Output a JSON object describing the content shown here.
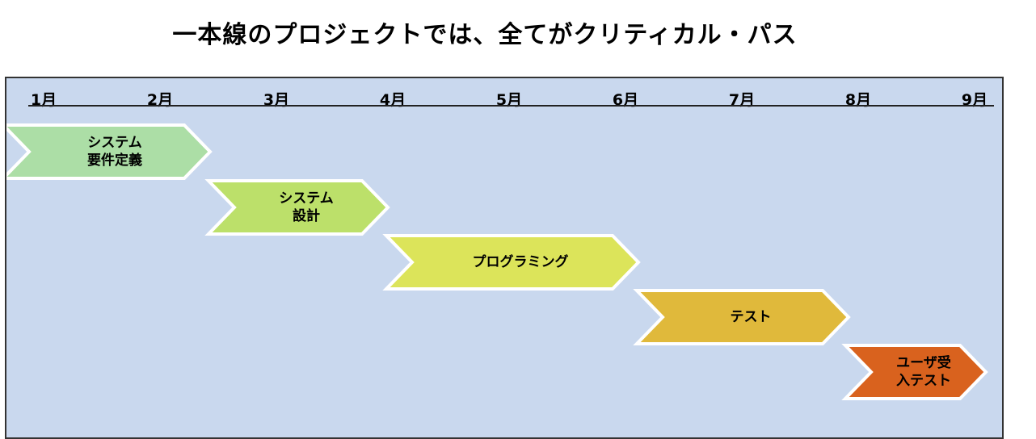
{
  "title": "一本線のプロジェクトでは、全てがクリティカル・パス",
  "months": [
    "1月",
    "2月",
    "3月",
    "4月",
    "5月",
    "6月",
    "7月",
    "8月",
    "9月"
  ],
  "tasks": [
    {
      "label": "システム\n要件定義",
      "color": "#ACDEA6"
    },
    {
      "label": "システム\n設計",
      "color": "#BCE06A"
    },
    {
      "label": "プログラミング",
      "color": "#DCE45A"
    },
    {
      "label": "テスト",
      "color": "#E0B93B"
    },
    {
      "label": "ユーザ受\n入テスト",
      "color": "#D9621E"
    }
  ]
}
